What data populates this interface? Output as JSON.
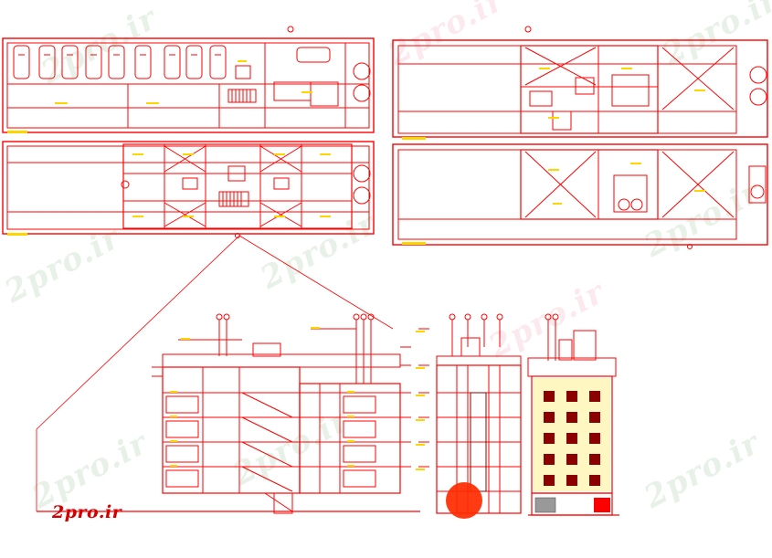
{
  "logo_text": "2pro.ir",
  "watermark_text": "2pro.ir",
  "colors": {
    "line": "#ff0000",
    "dark": "#8b0000",
    "accent": "#ffd500",
    "background": "#ffffff",
    "watermark_green": "#78b478",
    "watermark_pink": "#e67896"
  },
  "panels": [
    "parking-floor-plan",
    "upper-left-floor-plan",
    "upper-right-floor-plan",
    "roof-plan",
    "front-section",
    "side-section",
    "front-elevation"
  ],
  "facade": {
    "floors": 5,
    "windows_per_floor": 3
  }
}
